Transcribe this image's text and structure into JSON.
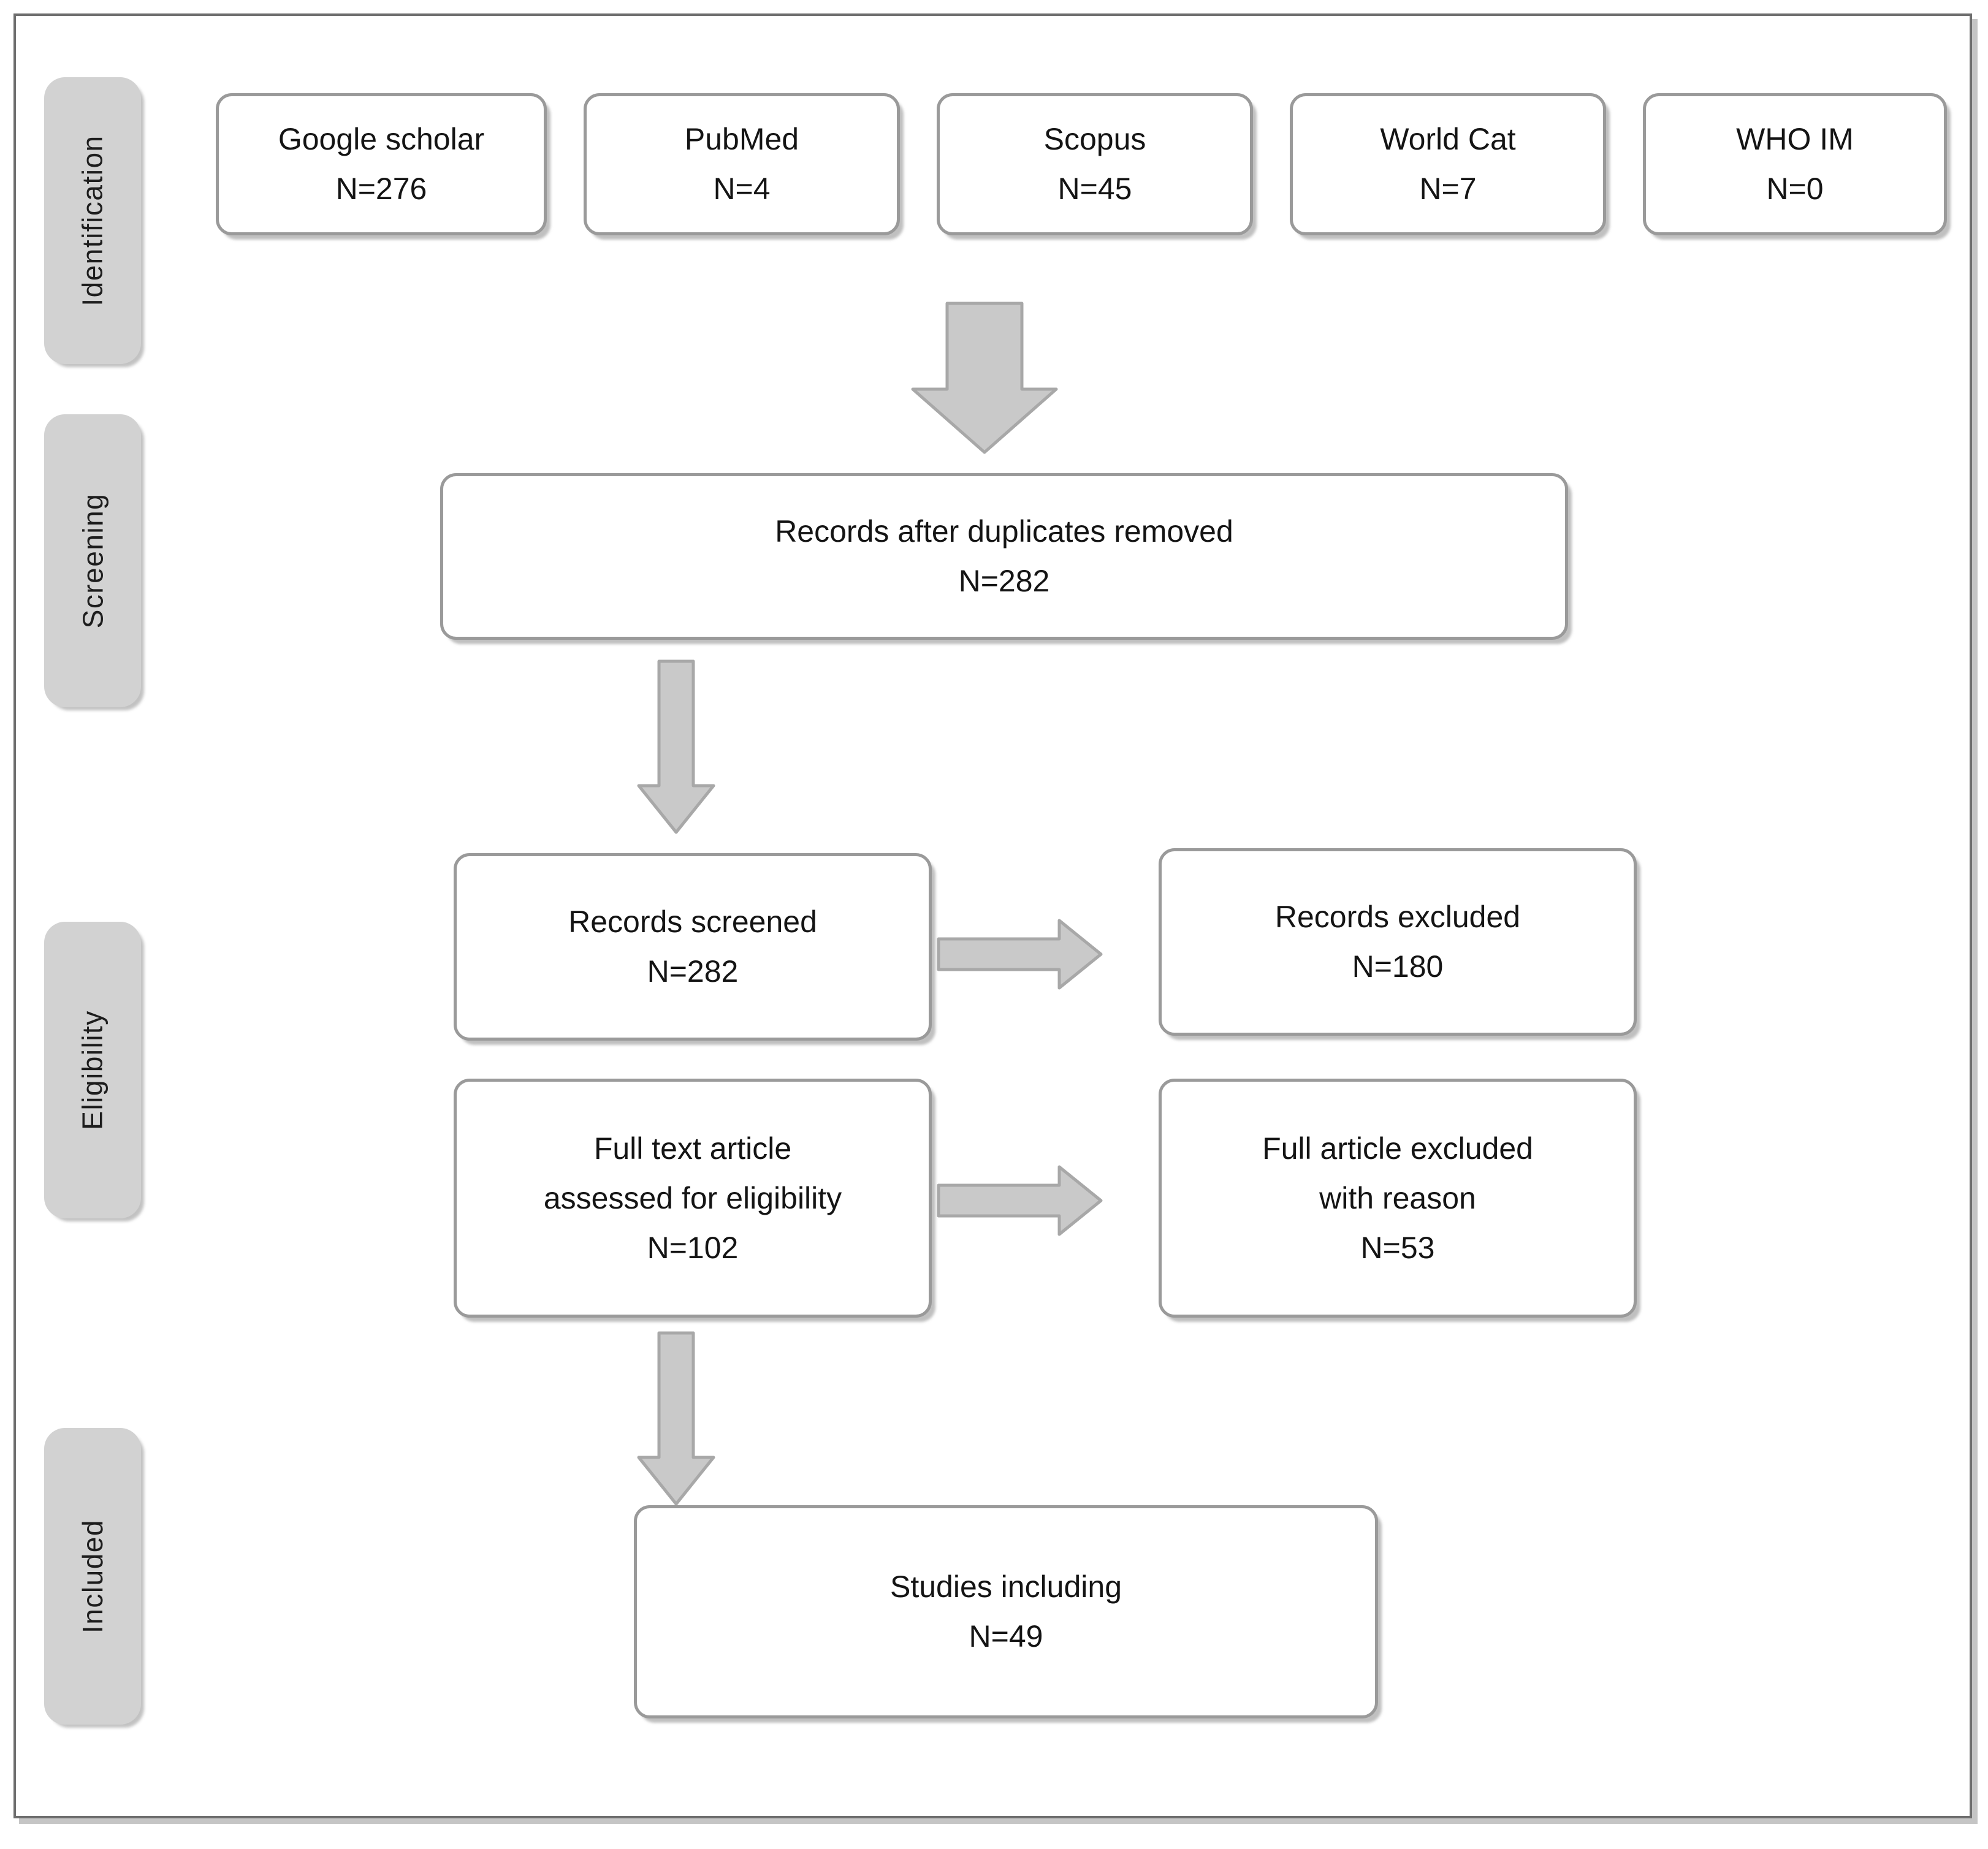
{
  "diagram": {
    "title": "PRISMA study selection flow diagram",
    "colors": {
      "frame_border": "#6e6e6e",
      "box_border": "#9a9a9a",
      "box_fill": "#ffffff",
      "stage_fill": "#d2d2d2",
      "arrow_fill": "#c9c9c9",
      "arrow_stroke": "#a8a8a8",
      "text": "#141414"
    }
  },
  "stages": [
    {
      "id": "identification",
      "label": "Identification"
    },
    {
      "id": "screening",
      "label": "Screening"
    },
    {
      "id": "eligibility",
      "label": "Eligibility"
    },
    {
      "id": "included",
      "label": "Included"
    }
  ],
  "sources": [
    {
      "name": "Google scholar",
      "count": "N=276"
    },
    {
      "name": "PubMed",
      "count": "N=4"
    },
    {
      "name": "Scopus",
      "count": "N=45"
    },
    {
      "name": "World Cat",
      "count": "N=7"
    },
    {
      "name": "WHO IM",
      "count": "N=0"
    }
  ],
  "duplicates_removed": {
    "label": "Records after duplicates removed",
    "count": "N=282"
  },
  "screened": {
    "label": "Records screened",
    "count": "N=282"
  },
  "records_excluded": {
    "label": "Records excluded",
    "count": "N=180"
  },
  "full_text_assessed": {
    "line1": "Full text article",
    "line2": "assessed for eligibility",
    "count": "N=102"
  },
  "full_text_excluded": {
    "line1": "Full article excluded",
    "line2": "with reason",
    "count": "N=53"
  },
  "included_studies": {
    "label": "Studies including",
    "count": "N=49"
  },
  "chart_data": {
    "type": "diagram",
    "title": "PRISMA flow diagram",
    "nodes": [
      {
        "id": "google-scholar",
        "stage": "Identification",
        "label": "Google scholar",
        "n": 276
      },
      {
        "id": "pubmed",
        "stage": "Identification",
        "label": "PubMed",
        "n": 4
      },
      {
        "id": "scopus",
        "stage": "Identification",
        "label": "Scopus",
        "n": 45
      },
      {
        "id": "world-cat",
        "stage": "Identification",
        "label": "World Cat",
        "n": 7
      },
      {
        "id": "who-im",
        "stage": "Identification",
        "label": "WHO IM",
        "n": 0
      },
      {
        "id": "duplicates-removed",
        "stage": "Screening",
        "label": "Records after duplicates removed",
        "n": 282
      },
      {
        "id": "records-screened",
        "stage": "Eligibility",
        "label": "Records screened",
        "n": 282
      },
      {
        "id": "records-excluded",
        "stage": "Eligibility",
        "label": "Records excluded",
        "n": 180
      },
      {
        "id": "full-text",
        "stage": "Eligibility",
        "label": "Full text article assessed for eligibility",
        "n": 102
      },
      {
        "id": "full-text-excluded",
        "stage": "Eligibility",
        "label": "Full article excluded with reason",
        "n": 53
      },
      {
        "id": "studies-included",
        "stage": "Included",
        "label": "Studies including",
        "n": 49
      }
    ],
    "edges": [
      {
        "from": "identification-row",
        "to": "duplicates-removed",
        "direction": "down"
      },
      {
        "from": "duplicates-removed",
        "to": "records-screened",
        "direction": "down"
      },
      {
        "from": "records-screened",
        "to": "records-excluded",
        "direction": "right"
      },
      {
        "from": "full-text",
        "to": "full-text-excluded",
        "direction": "right"
      },
      {
        "from": "full-text",
        "to": "studies-included",
        "direction": "down"
      }
    ]
  }
}
